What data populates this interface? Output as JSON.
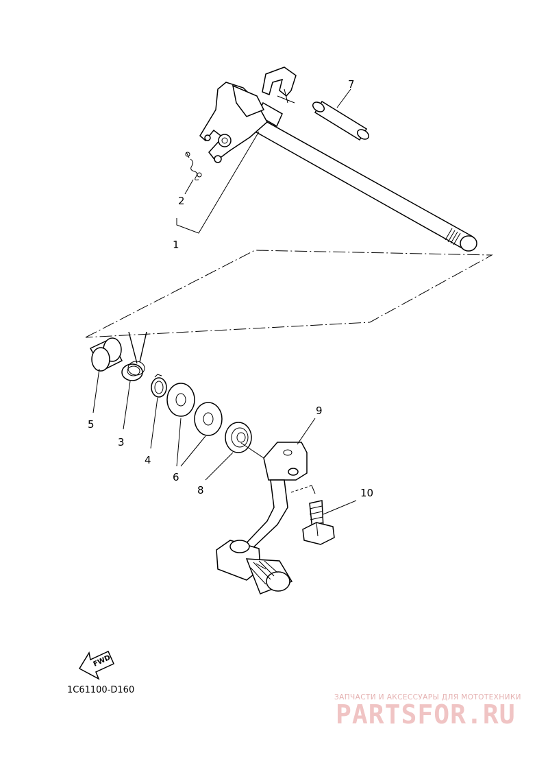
{
  "diagram": {
    "callouts": [
      "1",
      "2",
      "3",
      "4",
      "5",
      "6",
      "7",
      "8",
      "9",
      "10"
    ],
    "fwd_label": "FWD",
    "drawing_code": "1C61100-D160"
  },
  "watermark": {
    "tagline": "ЗАПЧАСТИ И АКСЕССУАРЫ ДЛЯ МОТОТЕХНИКИ",
    "brand": "PARTSFOR.RU"
  },
  "colors": {
    "line": "#000000",
    "background": "#ffffff",
    "watermark": "#f0c4c4"
  }
}
